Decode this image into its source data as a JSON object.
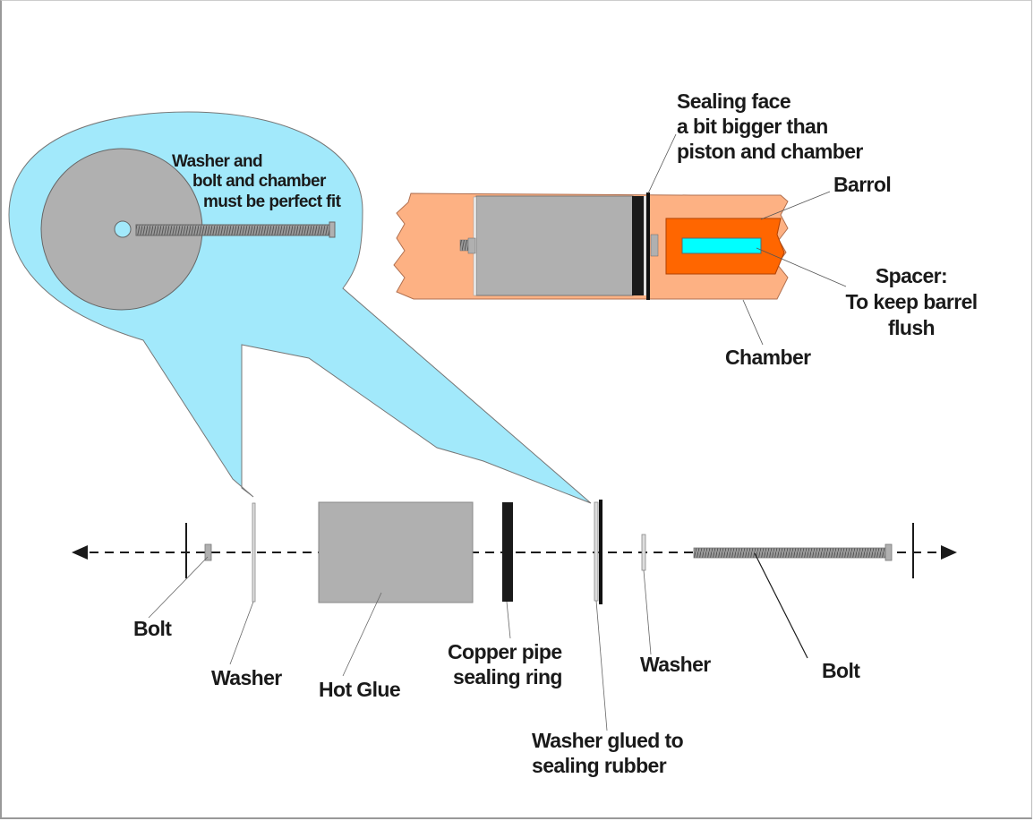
{
  "colors": {
    "bubble": "#a2e9fb",
    "chamber": "#fdb183",
    "barrel": "#ff6600",
    "spacer": "#00ffff",
    "glue": "#b0b0b0",
    "seal": "#1a1a1a",
    "washer": "#d8d8d8"
  },
  "callout": {
    "note_lines": [
      "Washer and",
      "bolt and chamber",
      "must be perfect fit"
    ]
  },
  "assembled": {
    "sealing_face_lines": [
      "Sealing face",
      "a bit bigger than",
      "piston and chamber"
    ],
    "barrel_label": "Barrol",
    "spacer_lines": [
      "Spacer:",
      "To keep barrel",
      "flush"
    ],
    "chamber_label": "Chamber"
  },
  "exploded": {
    "bolt_left_label": "Bolt",
    "washer_left_label": "Washer",
    "hot_glue_label": "Hot Glue",
    "copper_ring_lines": [
      "Copper pipe",
      "sealing ring"
    ],
    "washer_glued_lines": [
      "Washer glued to",
      "sealing rubber"
    ],
    "washer_right_label": "Washer",
    "bolt_right_label": "Bolt"
  }
}
